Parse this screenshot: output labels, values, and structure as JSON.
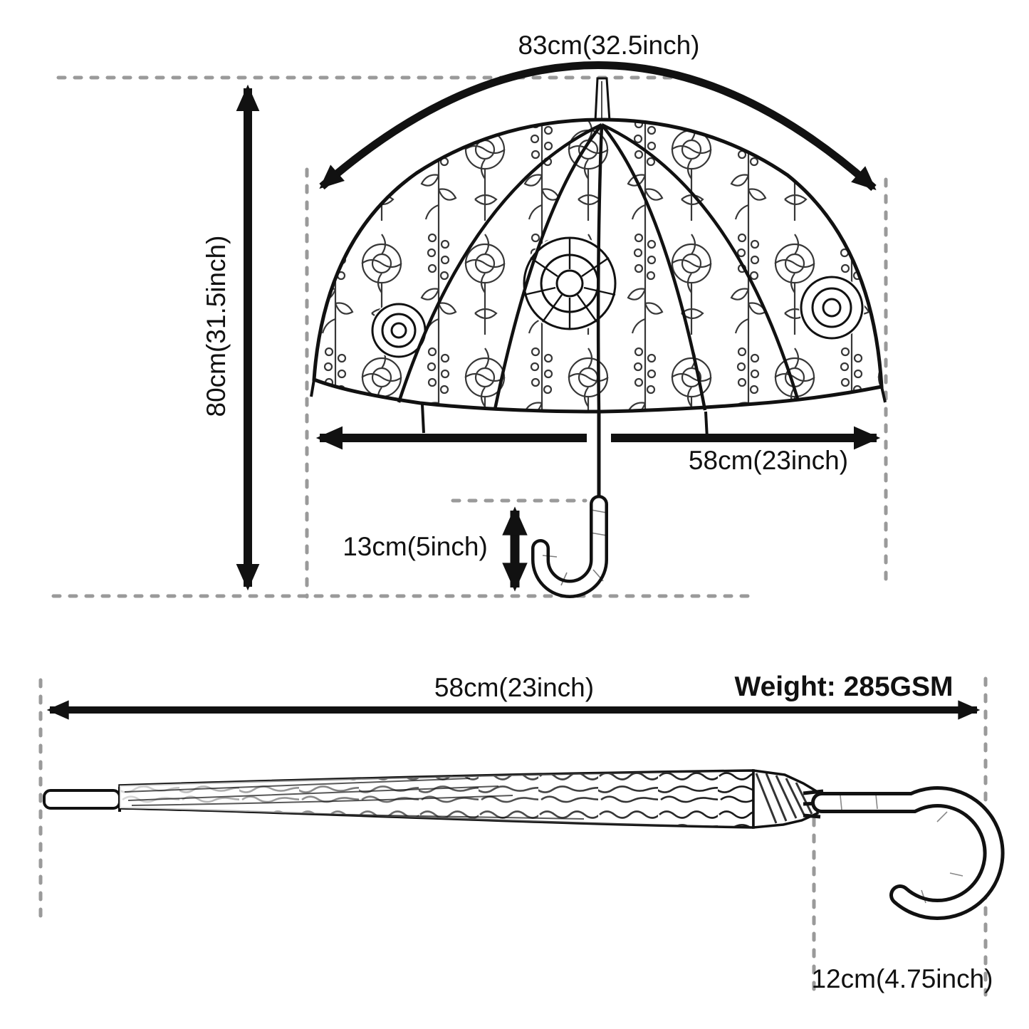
{
  "diagram": {
    "background": "#ffffff",
    "line_color": "#111111",
    "dash_color": "#9a9a9a",
    "open_view": {
      "canopy_arc_width": "83cm(32.5inch)",
      "total_height": "80cm(31.5inch)",
      "canopy_diameter": "58cm(23inch)",
      "handle_height": "13cm(5inch)"
    },
    "folded_view": {
      "folded_length": "58cm(23inch)",
      "weight": "Weight: 285GSM",
      "handle_length": "12cm(4.75inch)"
    }
  }
}
